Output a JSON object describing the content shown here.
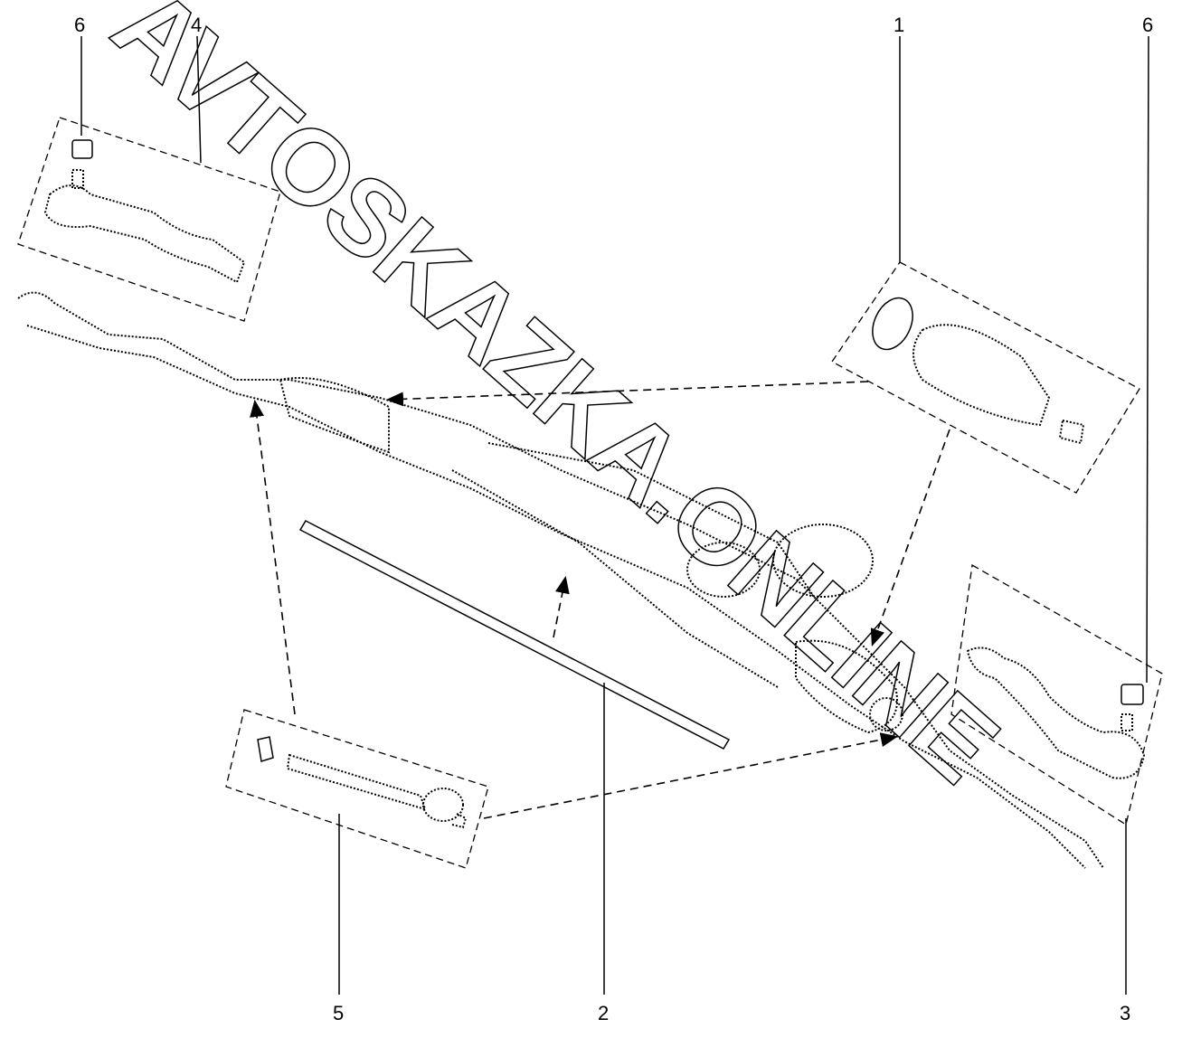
{
  "diagram": {
    "title": "Steering rack assembly (exploded view)",
    "callouts": [
      {
        "id": "c6a",
        "label": "6"
      },
      {
        "id": "c4",
        "label": "4"
      },
      {
        "id": "c1",
        "label": "1"
      },
      {
        "id": "c6b",
        "label": "6"
      },
      {
        "id": "c5",
        "label": "5"
      },
      {
        "id": "c2",
        "label": "2"
      },
      {
        "id": "c3",
        "label": "3"
      }
    ],
    "watermark": "AVTOSKAZKA.ONLINE",
    "colors": {
      "ink": "#000000",
      "background": "#ffffff"
    }
  }
}
